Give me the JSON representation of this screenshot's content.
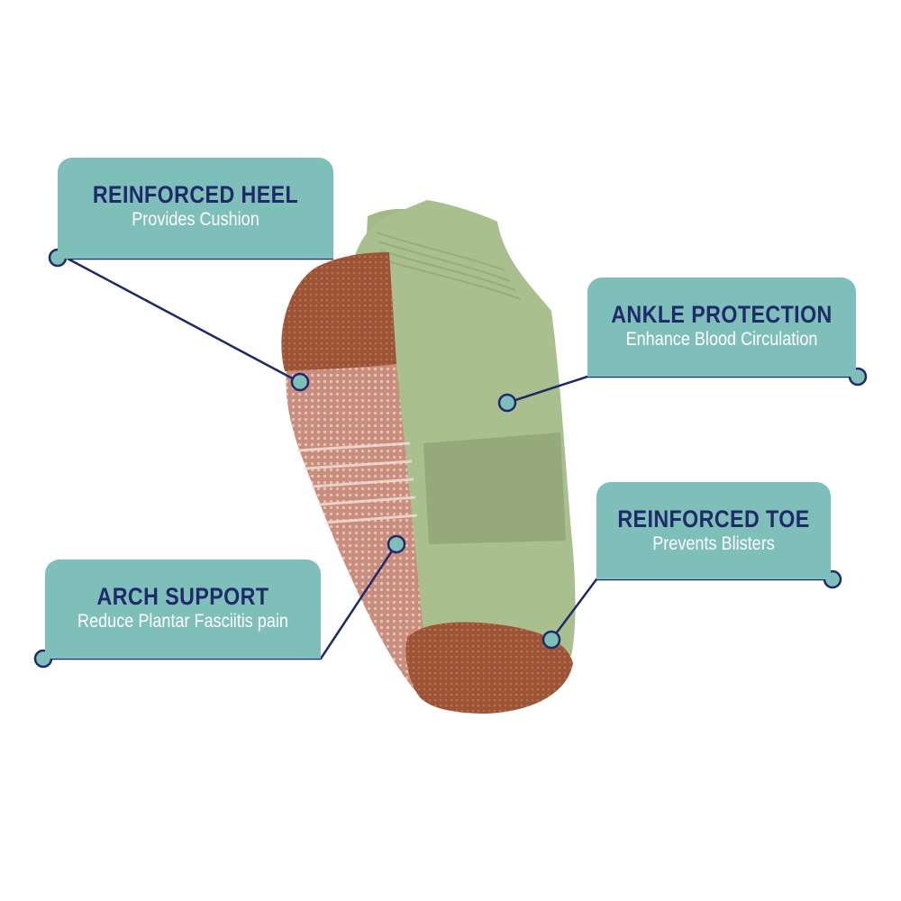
{
  "callouts": {
    "heel": {
      "title": "REINFORCED HEEL",
      "subtitle": "Provides Cushion"
    },
    "ankle": {
      "title": "ANKLE PROTECTION",
      "subtitle": "Enhance Blood Circulation"
    },
    "toe": {
      "title": "REINFORCED TOE",
      "subtitle": "Prevents Blisters"
    },
    "arch": {
      "title": "ARCH SUPPORT",
      "subtitle": "Reduce Plantar Fasciitis pain"
    }
  },
  "colors": {
    "panel": "#7fbfba",
    "title_text": "#1f2a6b",
    "subtitle_text": "#ffffff",
    "leader_line": "#1f2a6b",
    "sock_green": "#a8be8c",
    "sock_brown": "#a0563a",
    "sock_pink": "#d9a89a"
  }
}
